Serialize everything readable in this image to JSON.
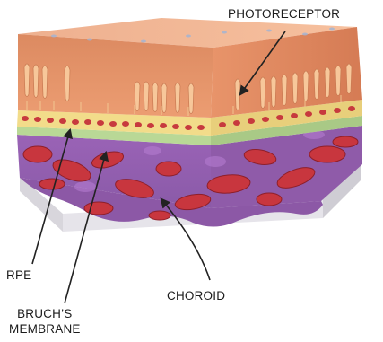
{
  "labels": {
    "photoreceptor": "PHOTORECEPTOR",
    "rpe": "RPE",
    "bruch_line1": "BRUCH’S",
    "bruch_line2": "MEMBRANE",
    "choroid": "CHOROID"
  },
  "colors": {
    "retina_top": "#f2ab84",
    "retina_front": "#e8956a",
    "retina_side": "#d9805a",
    "rpe_yellow": "#f2dc8a",
    "rpe_nucleus": "#c73a3e",
    "bruch_green": "#b9d896",
    "choroid_purple": "#8f5fae",
    "vessel_red": "#c8363e",
    "base": "#e2e0e4",
    "arrow": "#222222"
  }
}
